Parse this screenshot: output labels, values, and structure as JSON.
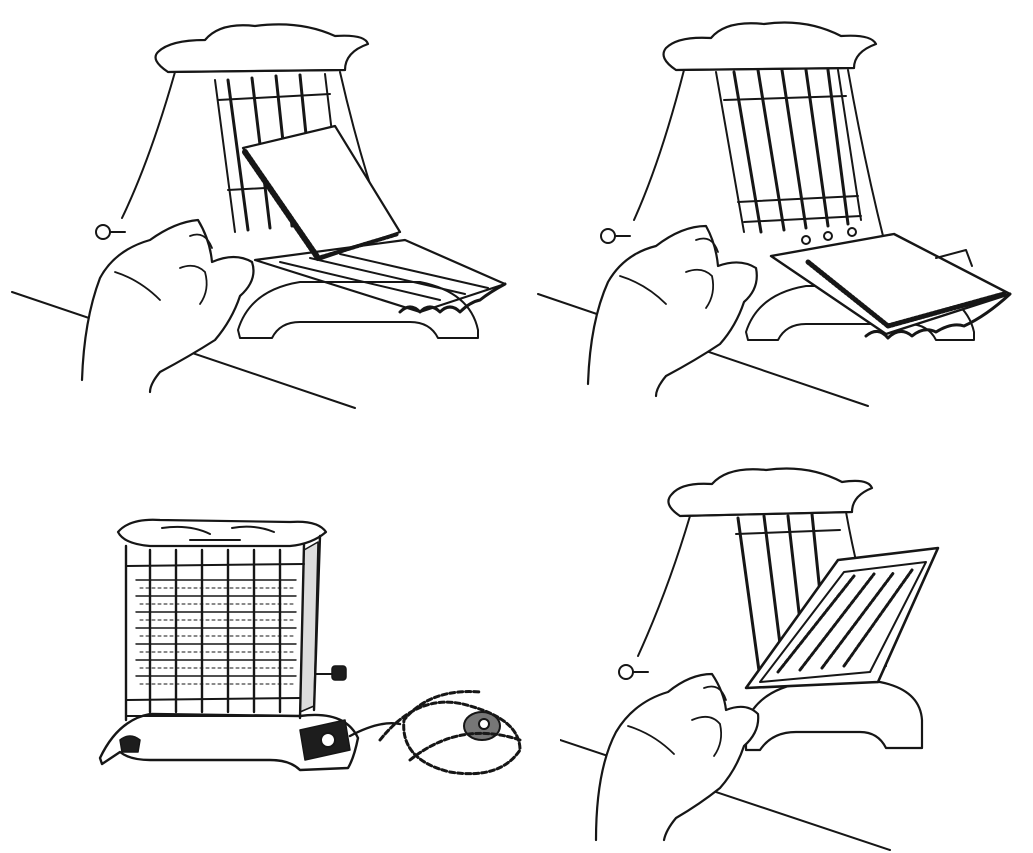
{
  "illustration": {
    "panels": [
      {
        "id": "panel-1",
        "stage": "toaster-open-bread-leaning"
      },
      {
        "id": "panel-2",
        "stage": "toaster-open-bread-on-door"
      },
      {
        "id": "panel-3",
        "stage": "toaster-closed-with-cord"
      },
      {
        "id": "panel-4",
        "stage": "toaster-closing-door"
      }
    ],
    "colors": {
      "ink": "#161616",
      "paper": "#ffffff"
    }
  }
}
